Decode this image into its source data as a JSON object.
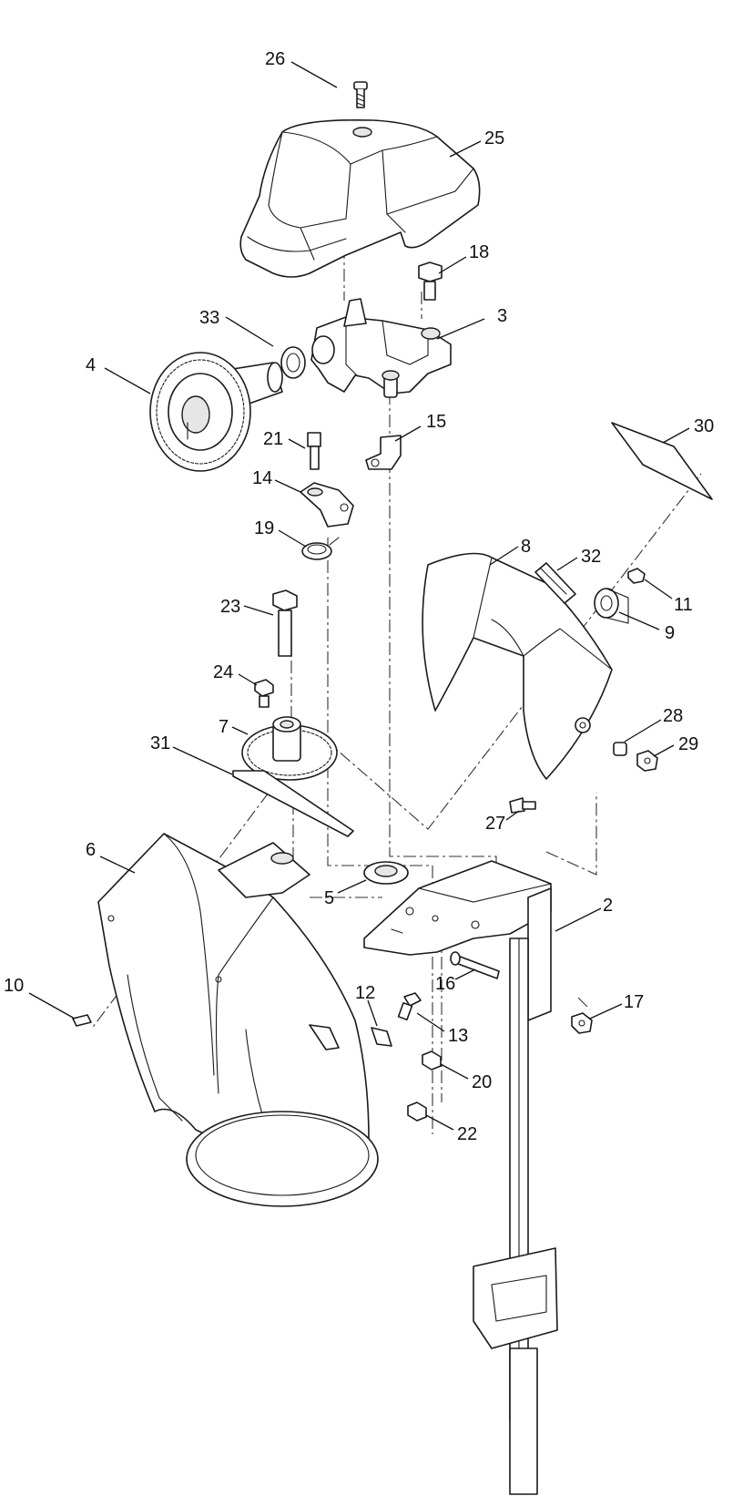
{
  "diagram": {
    "callouts": {
      "c2": "2",
      "c3": "3",
      "c4": "4",
      "c5": "5",
      "c6": "6",
      "c7": "7",
      "c8": "8",
      "c9": "9",
      "c10": "10",
      "c11": "11",
      "c12": "12",
      "c13": "13",
      "c14": "14",
      "c15": "15",
      "c16": "16",
      "c17": "17",
      "c18": "18",
      "c19": "19",
      "c20": "20",
      "c21": "21",
      "c22": "22",
      "c23": "23",
      "c24": "24",
      "c25": "25",
      "c26": "26",
      "c27": "27",
      "c28": "28",
      "c29": "29",
      "c30": "30",
      "c31": "31",
      "c32": "32",
      "c33": "33"
    },
    "colors": {
      "line": "#1a1a1a",
      "fill": "#ffffff",
      "shade": "#e6e6e6"
    }
  }
}
